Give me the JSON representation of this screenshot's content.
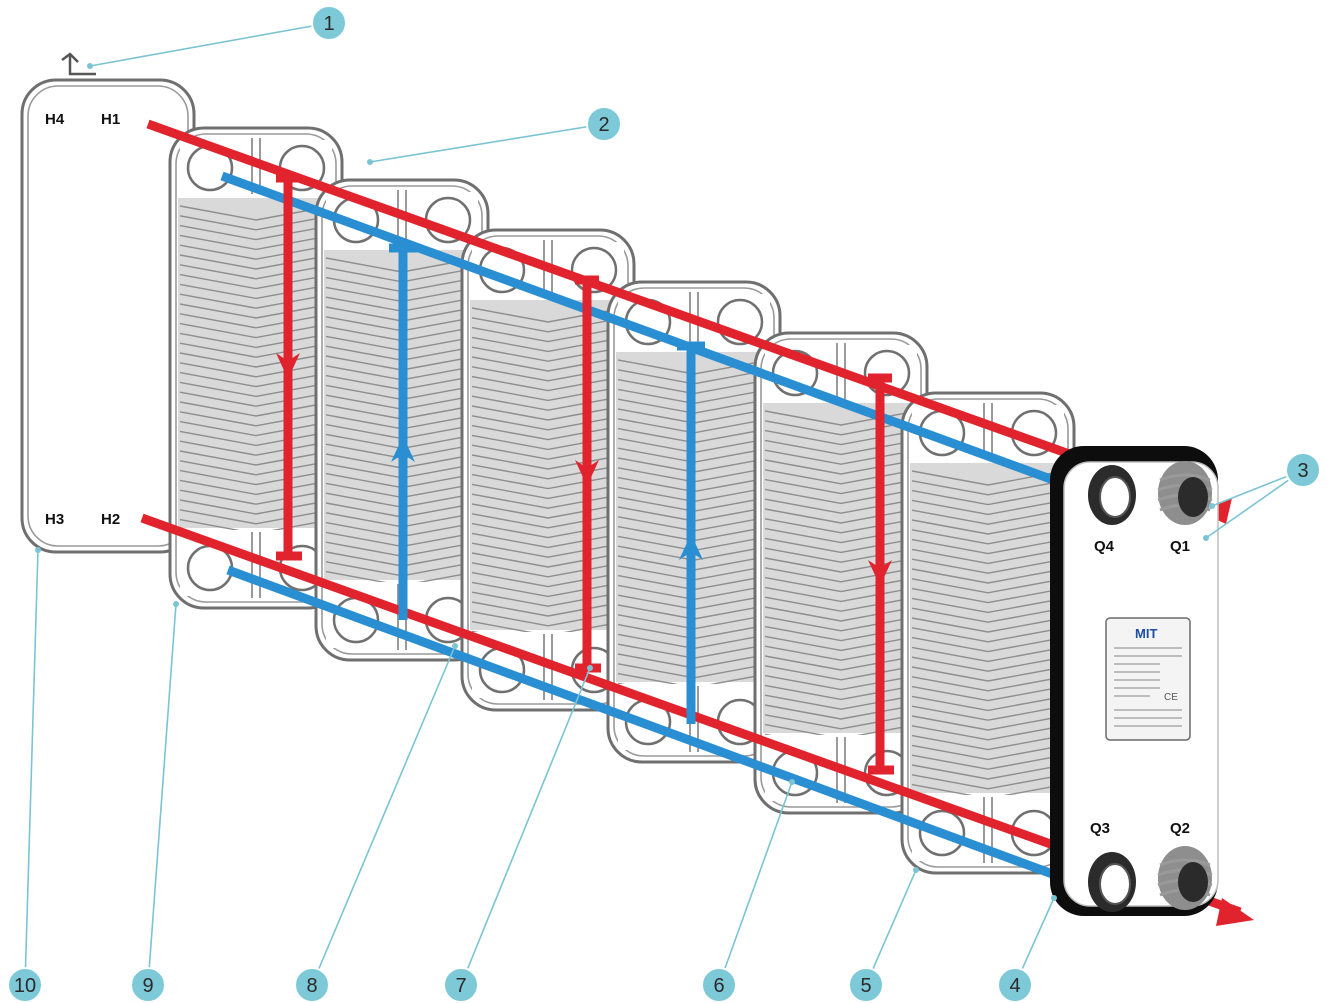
{
  "callouts": [
    "1",
    "2",
    "3",
    "4",
    "5",
    "6",
    "7",
    "8",
    "9",
    "10"
  ],
  "back_cover_labels": {
    "h1": "H1",
    "h2": "H2",
    "h3": "H3",
    "h4": "H4"
  },
  "front_frame_labels": {
    "q1": "Q1",
    "q2": "Q2",
    "q3": "Q3",
    "q4": "Q4"
  },
  "nameplate": {
    "logo": "MIT",
    "mark": "CE"
  },
  "colors": {
    "hot_circuit": "#e1232e",
    "cold_circuit": "#2a8fd2",
    "callout": "#7ec9d8",
    "frame": "#0d0d0d"
  },
  "plate_count": 8
}
